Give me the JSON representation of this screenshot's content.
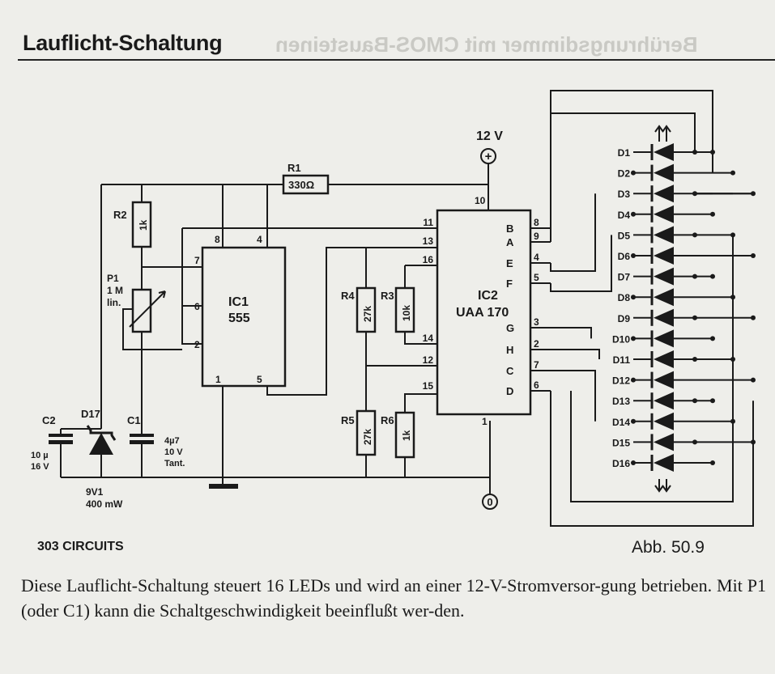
{
  "page": {
    "title": "Lauflicht-Schaltung",
    "bleed_text": "Berührungsdimmer mit CMOS-Bausteinen",
    "source": "303 CIRCUITS",
    "figure": "Abb. 50.9",
    "caption": "Diese Lauflicht-Schaltung steuert 16 LEDs und wird an einer 12-V-Stromversor-gung betrieben. Mit P1 (oder C1) kann die Schaltgeschwindigkeit beeinflußt wer-den."
  },
  "schematic": {
    "supply": "12 V",
    "supply_symbol": "+",
    "ground_symbol": "0",
    "r1": {
      "name": "R1",
      "value": "330Ω"
    },
    "r2": {
      "name": "R2",
      "value": "1k"
    },
    "p1": {
      "name": "P1",
      "value": "1 M",
      "note": "lin."
    },
    "c2": {
      "name": "C2",
      "value": "10 µ",
      "rating": "16 V"
    },
    "d17": {
      "name": "D17",
      "value": "9V1",
      "rating": "400 mW"
    },
    "c1": {
      "name": "C1",
      "value": "4µ7",
      "rating": "10 V",
      "type": "Tant."
    },
    "ic1": {
      "name": "IC1",
      "part": "555",
      "pins": [
        "8",
        "4",
        "7",
        "6",
        "2",
        "1",
        "5"
      ]
    },
    "ic2": {
      "name": "IC2",
      "part": "UAA 170",
      "left_pins": [
        "11",
        "13",
        "16",
        "14",
        "12",
        "15"
      ],
      "top_pin": "10",
      "bottom_pin": "1",
      "right_pins": [
        {
          "letter": "B",
          "num": "8"
        },
        {
          "letter": "A",
          "num": "9"
        },
        {
          "letter": "E",
          "num": "4"
        },
        {
          "letter": "F",
          "num": "5"
        },
        {
          "letter": "G",
          "num": "3"
        },
        {
          "letter": "H",
          "num": "2"
        },
        {
          "letter": "C",
          "num": "7"
        },
        {
          "letter": "D",
          "num": "6"
        }
      ]
    },
    "r3": {
      "name": "R3",
      "value": "10k"
    },
    "r4": {
      "name": "R4",
      "value": "27k"
    },
    "r5": {
      "name": "R5",
      "value": "27k"
    },
    "r6": {
      "name": "R6",
      "value": "1k"
    },
    "leds": [
      "D1",
      "D2",
      "D3",
      "D4",
      "D5",
      "D6",
      "D7",
      "D8",
      "D9",
      "D10",
      "D11",
      "D12",
      "D13",
      "D14",
      "D15",
      "D16"
    ]
  }
}
